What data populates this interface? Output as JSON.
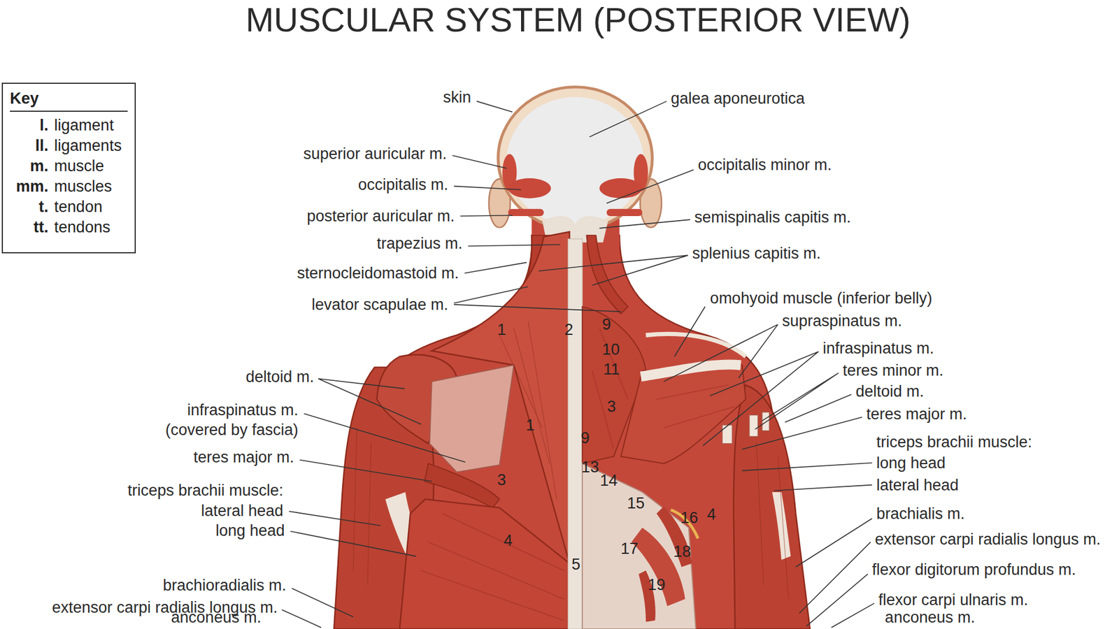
{
  "diagram": {
    "title": "MUSCULAR SYSTEM (POSTERIOR VIEW)",
    "nodes": [
      {
        "text": [
          "Key",
          "l.",
          "ligament",
          "ll.",
          "ligaments",
          "m.",
          "muscle",
          "mm.",
          "muscles",
          "t.",
          "tendon",
          "tt.",
          "tendons"
        ]
      }
    ],
    "labels": [
      "skin",
      "superior auricular m.",
      "occipitalis m.",
      "posterior auricular m.",
      "trapezius m.",
      "sternocleidomastoid m.",
      "levator scapulae m.",
      "deltoid m.",
      "infraspinatus m.",
      "(covered by fascia)",
      "teres major m.",
      "triceps brachii muscle:",
      "lateral head",
      "long head",
      "brachioradialis m.",
      "extensor carpi radialis longus m.",
      "anconeus m.",
      "galea aponeurotica",
      "occipitalis minor m.",
      "semispinalis capitis m.",
      "splenius capitis m.",
      "omohyoid muscle (inferior belly)",
      "supraspinatus m.",
      "infraspinatus m.",
      "teres minor m.",
      "deltoid m.",
      "teres major m.",
      "triceps brachii muscle:",
      "long head",
      "lateral head",
      "brachialis m.",
      "extensor carpi radialis longus m.",
      "flexor digitorum profundus m.",
      "flexor carpi ulnaris m.",
      "anconeus m.",
      "1",
      "2",
      "9",
      "10",
      "11",
      "3",
      "1",
      "9",
      "3",
      "13",
      "14",
      "15",
      "16",
      "4",
      "4",
      "5",
      "17",
      "18",
      "19"
    ]
  }
}
